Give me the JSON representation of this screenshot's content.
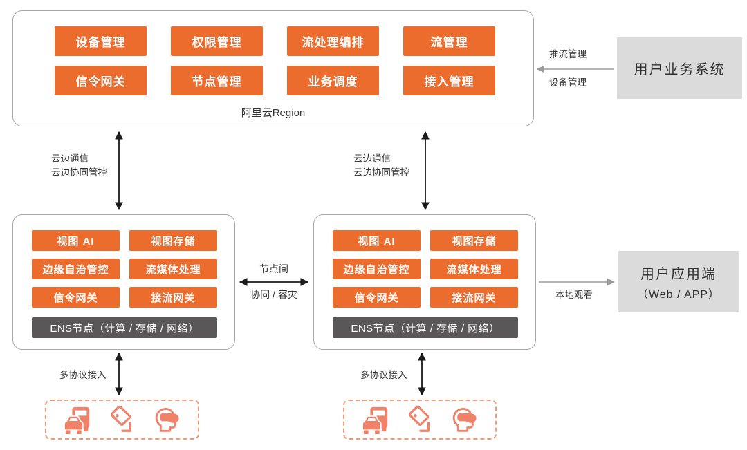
{
  "region": {
    "label": "阿里云Region",
    "modules": [
      "设备管理",
      "权限管理",
      "流处理编排",
      "流管理",
      "信令网关",
      "节点管理",
      "业务调度",
      "接入管理"
    ]
  },
  "business_system": {
    "label": "用户业务系统",
    "arrow_label_top": "推流管理",
    "arrow_label_bottom": "设备管理"
  },
  "cloud_edge_link": {
    "line1": "云边通信",
    "line2": "云边协同管控"
  },
  "ens_node": {
    "modules": [
      "视图 AI",
      "视图存储",
      "边缘自治管控",
      "流媒体处理",
      "信令网关",
      "接流网关"
    ],
    "bar": "ENS节点（计算 / 存储 / 网络）"
  },
  "inter_node_link": {
    "line1": "节点间",
    "line2": "协同 / 容灾"
  },
  "app_client": {
    "line1": "用户应用端",
    "line2": "（Web / APP）",
    "arrow_label": "本地观看"
  },
  "device_access": {
    "label": "多协议接入",
    "icons": [
      "vehicles-icon",
      "cctv-camera-icon",
      "vr-headset-icon"
    ]
  },
  "colors": {
    "orange": "#EC6C2E",
    "dark": "#595757",
    "gray_box": "#DBDBDB",
    "border": "#A8A8A8",
    "dashed": "#F29A76",
    "icon": "#F0826A",
    "arrow_black": "#1A1A1A",
    "arrow_gray": "#9B9B9B",
    "text": "#333333"
  }
}
